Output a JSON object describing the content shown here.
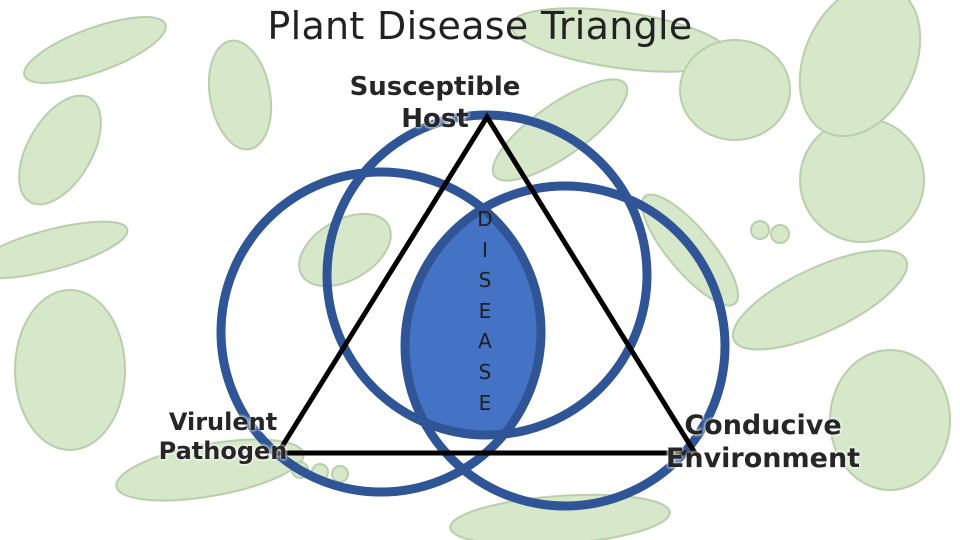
{
  "title": "Plant Disease Triangle",
  "vertices": {
    "host": [
      "Susceptible",
      "Host"
    ],
    "pathogen": [
      "Virulent",
      "Pathogen"
    ],
    "environment": [
      "Conducive",
      "Environment"
    ]
  },
  "center_letters": [
    "D",
    "I",
    "S",
    "E",
    "A",
    "S",
    "E"
  ],
  "colors": {
    "circle_stroke": "#2f5597",
    "overlap_fill": "#4472c4",
    "triangle_stroke": "#000000",
    "background_veg": "#a9c98f"
  },
  "background": "vegetable-pattern"
}
